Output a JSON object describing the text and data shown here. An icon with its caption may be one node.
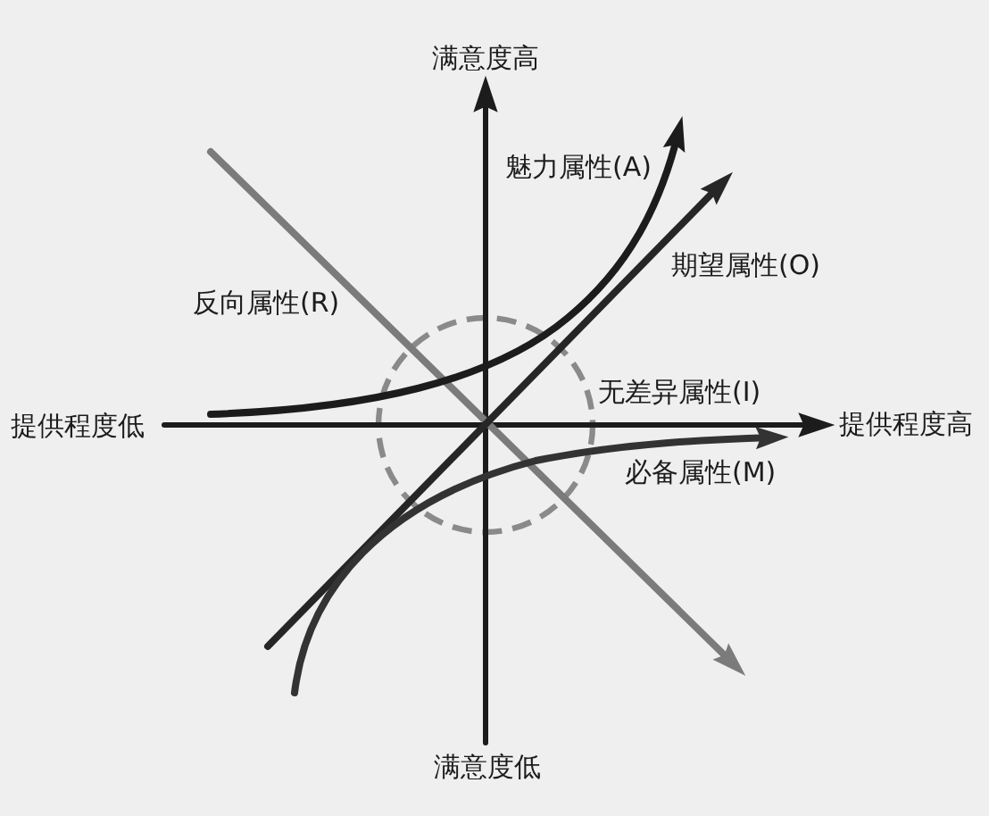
{
  "diagram": {
    "nodes": [
      {
        "text": [],
        "shape": "circle",
        "beside": [
          "无差异属性(I)"
        ]
      }
    ],
    "labels": [
      "满意度高",
      "魅力属性(A)",
      "期望属性(O)",
      "反向属性(R)",
      "提供程度低",
      "提供程度高",
      "必备属性(M)",
      "满意度低"
    ]
  }
}
